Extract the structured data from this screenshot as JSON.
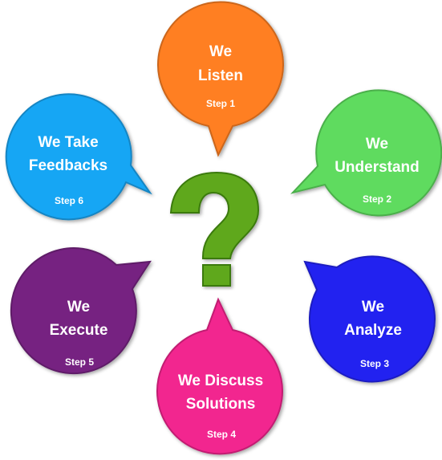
{
  "steps": [
    {
      "line1": "We",
      "line2": "Listen",
      "step": "Step 1",
      "color": "#FF7F21"
    },
    {
      "line1": "We",
      "line2": "Understand",
      "step": "Step 2",
      "color": "#5EDB5E"
    },
    {
      "line1": "We",
      "line2": "Analyze",
      "step": "Step 3",
      "color": "#2424F0"
    },
    {
      "line1": "We Discuss",
      "line2": "Solutions",
      "step": "Step 4",
      "color": "#F2268F"
    },
    {
      "line1": "We",
      "line2": "Execute",
      "step": "Step 5",
      "color": "#762281"
    },
    {
      "line1": "We Take",
      "line2": "Feedbacks",
      "step": "Step 6",
      "color": "#17A6F4"
    }
  ],
  "center_icon": {
    "name": "question-mark-icon",
    "color": "#5FA81C"
  }
}
